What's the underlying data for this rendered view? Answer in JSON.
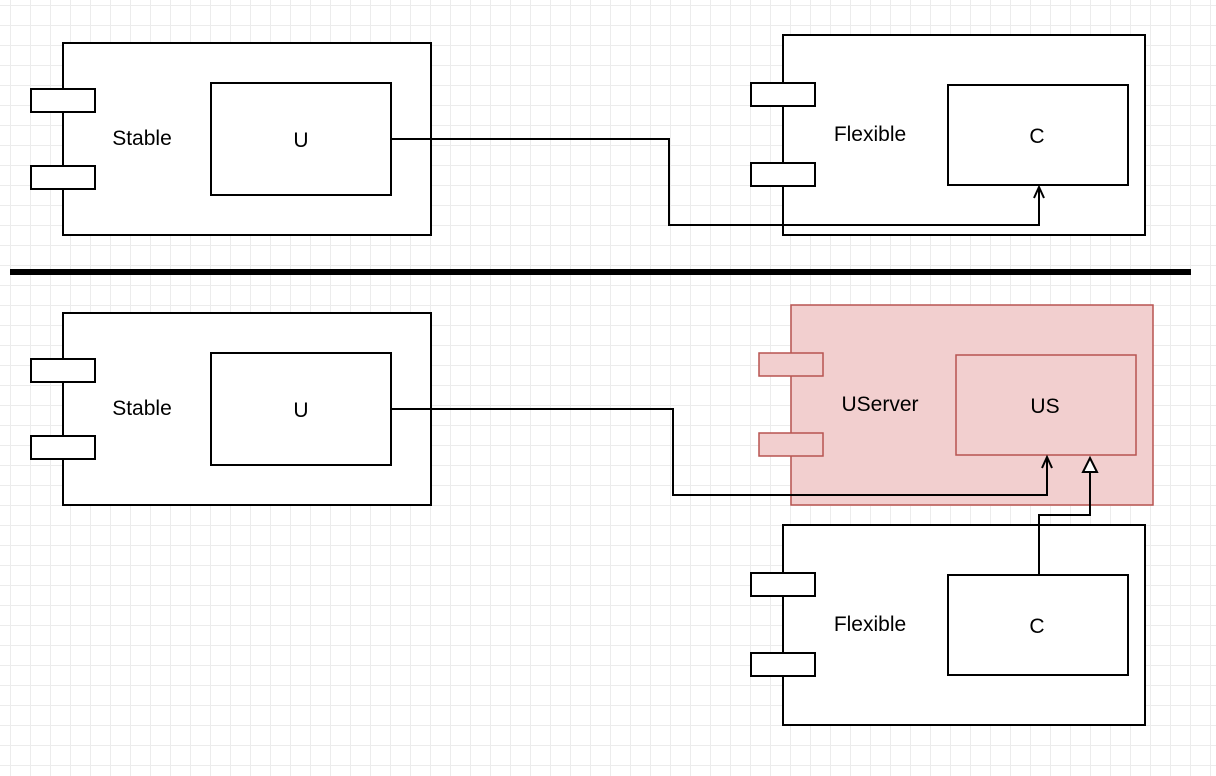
{
  "top": {
    "stable": {
      "label": "Stable",
      "inner_label": "U"
    },
    "flexible": {
      "label": "Flexible",
      "inner_label": "C"
    }
  },
  "bottom": {
    "stable": {
      "label": "Stable",
      "inner_label": "U"
    },
    "userver": {
      "label": "UServer",
      "inner_label": "US",
      "fill_color": "#f2cfcf",
      "stroke_color": "#b85450"
    },
    "flexible": {
      "label": "Flexible",
      "inner_label": "C"
    }
  }
}
